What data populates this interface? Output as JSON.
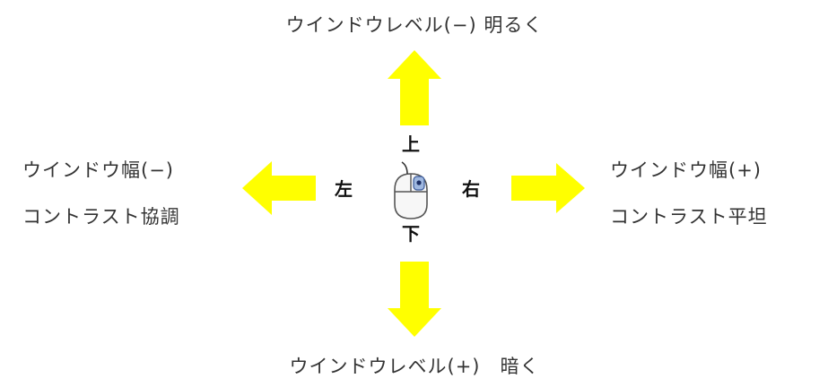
{
  "top_label": "ウインドウレベル(−) 明るく",
  "bottom_label": "ウインドウレベル(+)　暗く",
  "left_label": {
    "line1": "ウインドウ幅(−)",
    "line2": "コントラスト協調"
  },
  "right_label": {
    "line1": "ウインドウ幅(+)",
    "line2": "コントラスト平坦"
  },
  "directions": {
    "up": "上",
    "down": "下",
    "left": "左",
    "right": "右"
  },
  "colors": {
    "arrow": "#ffff00",
    "text": "#333333"
  },
  "icons": [
    "arrow-up-icon",
    "arrow-down-icon",
    "arrow-left-icon",
    "arrow-right-icon",
    "mouse-icon"
  ]
}
